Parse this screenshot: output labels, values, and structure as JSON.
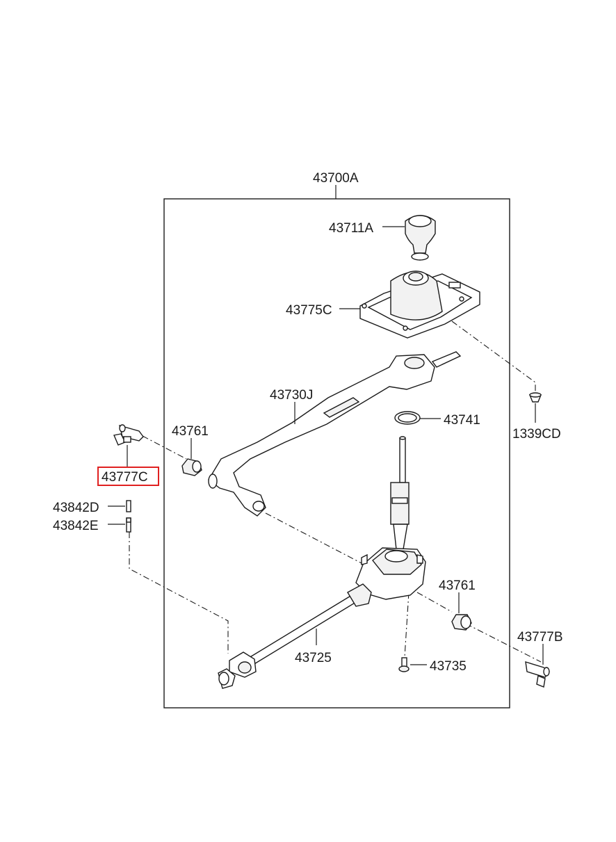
{
  "diagram": {
    "assembly_label": "43700A",
    "highlighted_part": "43777C",
    "colors": {
      "highlight": "#e02020",
      "line": "#1a1a1a"
    },
    "labels": {
      "knob": "43711A",
      "boot_plate": "43775C",
      "lever": "43730J",
      "ring": "43741",
      "bolt": "1339CD",
      "bushing_left": "43761",
      "clip_left": "43777C",
      "pin_d": "43842D",
      "pin_e": "43842E",
      "bushing_right": "43761",
      "clip_right": "43777B",
      "rod": "43725",
      "screw": "43735"
    }
  }
}
